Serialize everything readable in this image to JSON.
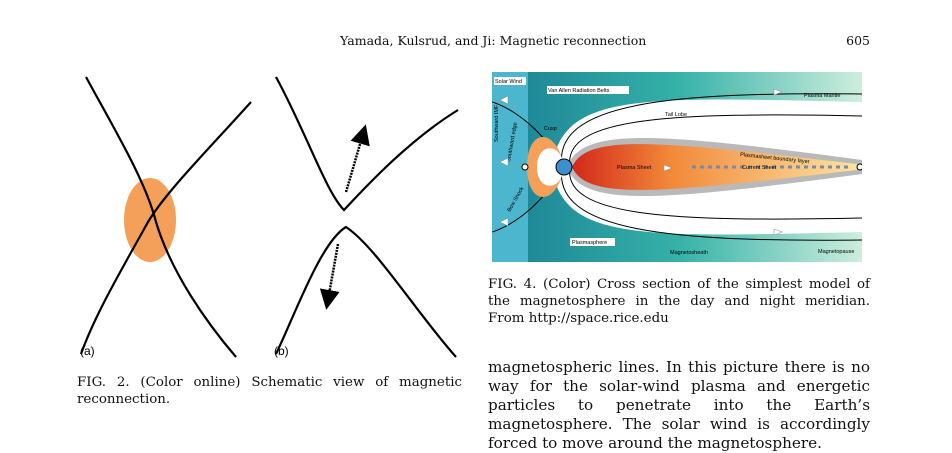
{
  "header": {
    "running_title": "Yamada, Kulsrud, and Ji: Magnetic reconnection",
    "page_number": "605"
  },
  "figure2": {
    "panel_a_label": "(a)",
    "panel_b_label": "(b)",
    "caption": "FIG. 2. (Color online) Schematic view of magnetic reconnection."
  },
  "figure4": {
    "labels": {
      "solar_wind": "Solar Wind",
      "van_allen": "Van Allen Radiation Belts",
      "plasma_mantle": "Plasma Mantle",
      "tail_lobe": "Tail Lobe",
      "cusp": "Cusp",
      "plasma_sheet": "Plasma Sheet",
      "current_sheet": "Current Sheet",
      "boundary_layer": "Plasmasheet boundary layer",
      "plasmasphere": "Plasmasphere",
      "magnetosheath": "Magnetosheath",
      "magnetopause": "Magnetopause",
      "southward_imf": "Southward IMF",
      "bow_shock": "Bow Shock",
      "southward_edge": "Southward edge"
    },
    "caption": "FIG. 4. (Color) Cross section of the simplest model of the magnetosphere in the day and night meridian. From http://space.rice.edu"
  },
  "body_text": "magnetospheric lines. In this picture there is no way for the solar-wind plasma and energetic particles to penetrate into the Earth’s magnetosphere. The solar wind is accordingly forced to move around the magnetosphere.",
  "colors": {
    "orange_region": "#f5a05a",
    "sheath_teal": "#1a9aa2",
    "sheet_red": "#e03a1a"
  }
}
